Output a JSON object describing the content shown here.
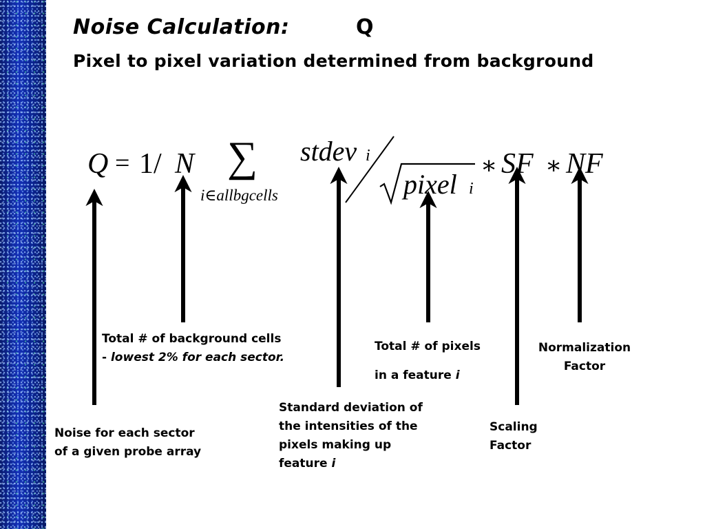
{
  "slide": {
    "title": "Noise Calculation:",
    "title_symbol": "Q",
    "subtitle": "Pixel to pixel variation determined from background"
  },
  "formula": {
    "lhs": "Q",
    "equals": "=",
    "one_over": "1/",
    "n": "N",
    "sigma": "∑",
    "sum_index": "i∈allbgcells",
    "stdev": "stdev",
    "stdev_sub": "i",
    "pixel": "pixel",
    "pixel_sub": "i",
    "times_1": "∗",
    "sf": "SF",
    "times_2": "∗",
    "nf": "NF"
  },
  "labels": {
    "noise": {
      "line1": "Noise for each sector",
      "line2": "of a given probe array"
    },
    "background": {
      "line1": "Total # of background cells",
      "line2_prefix": "- ",
      "line2_italic": "lowest 2% for each sector."
    },
    "stdev": {
      "line1": "Standard deviation of",
      "line2": "the intensities of the",
      "line3": "pixels making up",
      "line4_prefix": "feature ",
      "line4_italic": "i"
    },
    "pixels": {
      "line1": "Total # of pixels",
      "line2_prefix": "in a feature ",
      "line2_italic": "i"
    },
    "scaling": {
      "line1": "Scaling",
      "line2": "Factor"
    },
    "normalization": {
      "line1": "Normalization",
      "line2": "Factor"
    }
  },
  "colors": {
    "sidebar": "#0b1f8c",
    "text": "#000000",
    "background": "#ffffff"
  }
}
